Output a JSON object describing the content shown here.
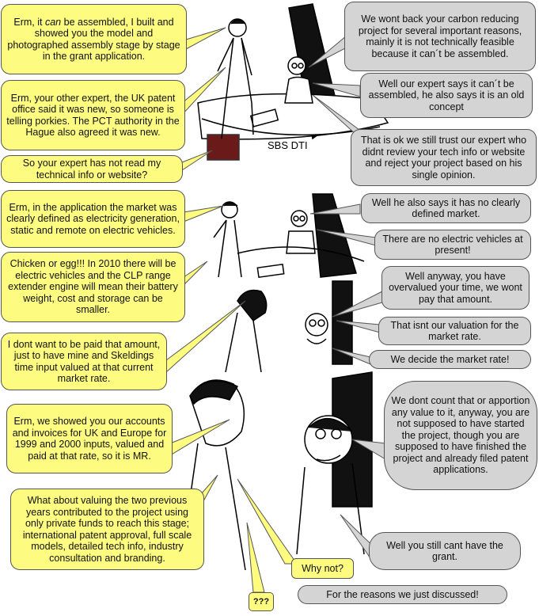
{
  "applicant": {
    "b1": [
      "Erm, it ",
      "can",
      " be assembled, I built and showed you the model and photographed assembly stage by stage in the grant application."
    ],
    "b2": "Erm, your other expert, the UK patent office said it was new, so someone is telling porkies. The PCT authority in the Hague also agreed it was new.",
    "b3": "So your expert has not read my technical info or website?",
    "b4": "Erm, in the application the market was clearly defined as electricity generation, static and remote on electric vehicles.",
    "b5": "Chicken or egg!!! In 2010 there will be electric vehicles and the CLP range extender engine will mean their battery weight, cost and storage can be smaller.",
    "b6": "I dont want to be paid that amount, just to have mine and Skeldings time input valued at that current market rate.",
    "b7": "Erm, we showed you our accounts and invoices for UK and Europe for 1999 and 2000 inputs, valued and paid at that rate, so it is MR.",
    "b8": "What about valuing the two previous years contributed to the project using only private funds to reach this stage; international patent approval, full scale models, detailed tech info, industry consultation and branding.",
    "b9": "Why not?",
    "b10": "???"
  },
  "official": {
    "g1": "We wont back your carbon reducing project for several important reasons, mainly it is not technically feasible because it can´t be assembled.",
    "g2": "Well our expert says it can´t be assembled, he also says it is an old concept",
    "g3": "That is ok we still trust our expert who didnt review your tech info or website and reject your project based on his single opinion.",
    "g4": "Well he also says it has no clearly defined market.",
    "g5": "There are no electric vehicles at present!",
    "g6": "Well anyway, you have overvalued your time, we wont pay that amount.",
    "g7": "That isnt our valuation for the market rate.",
    "g8": "We decide the market rate!",
    "g9": "We dont count that or apportion any value to it, anyway, you are not supposed to have started the project, though you are supposed to have finished the project and already filed patent applications.",
    "g10": "Well you still cant have the grant.",
    "g11": "For the reasons we just discussed!"
  },
  "desk_sign": "SBS DTI",
  "colors": {
    "applicant_bubble": "#fdfb80",
    "official_bubble": "#d4d4d4",
    "ink": "#111111"
  }
}
